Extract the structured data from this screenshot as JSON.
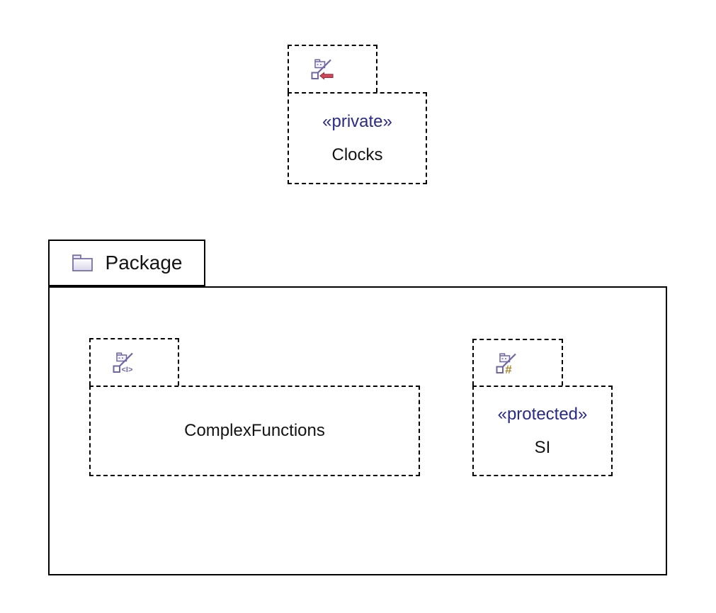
{
  "colors": {
    "background": "#ffffff",
    "border": "#000000",
    "stereotype_text": "#2a2a8a",
    "name_text": "#131313",
    "icon_purple": "#6f66a2",
    "icon_red_fill": "#cf4a5a",
    "icon_red_stroke": "#a12f44",
    "icon_gold": "#a78a2d",
    "folder_fill_top": "#ffffff",
    "folder_fill_bottom": "#d9d5e9"
  },
  "outer_package": {
    "name": "Package",
    "icon": "folder-icon"
  },
  "packages": {
    "clocks": {
      "stereotype": "«private»",
      "name": "Clocks",
      "visibility_icon": "package-import-private-icon"
    },
    "complex_functions": {
      "name": "ComplexFunctions",
      "visibility_icon": "package-import-public-icon"
    },
    "si": {
      "stereotype": "«protected»",
      "name": "SI",
      "visibility_icon": "package-import-protected-icon"
    }
  },
  "icon_glyphs": {
    "public_import": "<I>",
    "protected_import": "#"
  }
}
